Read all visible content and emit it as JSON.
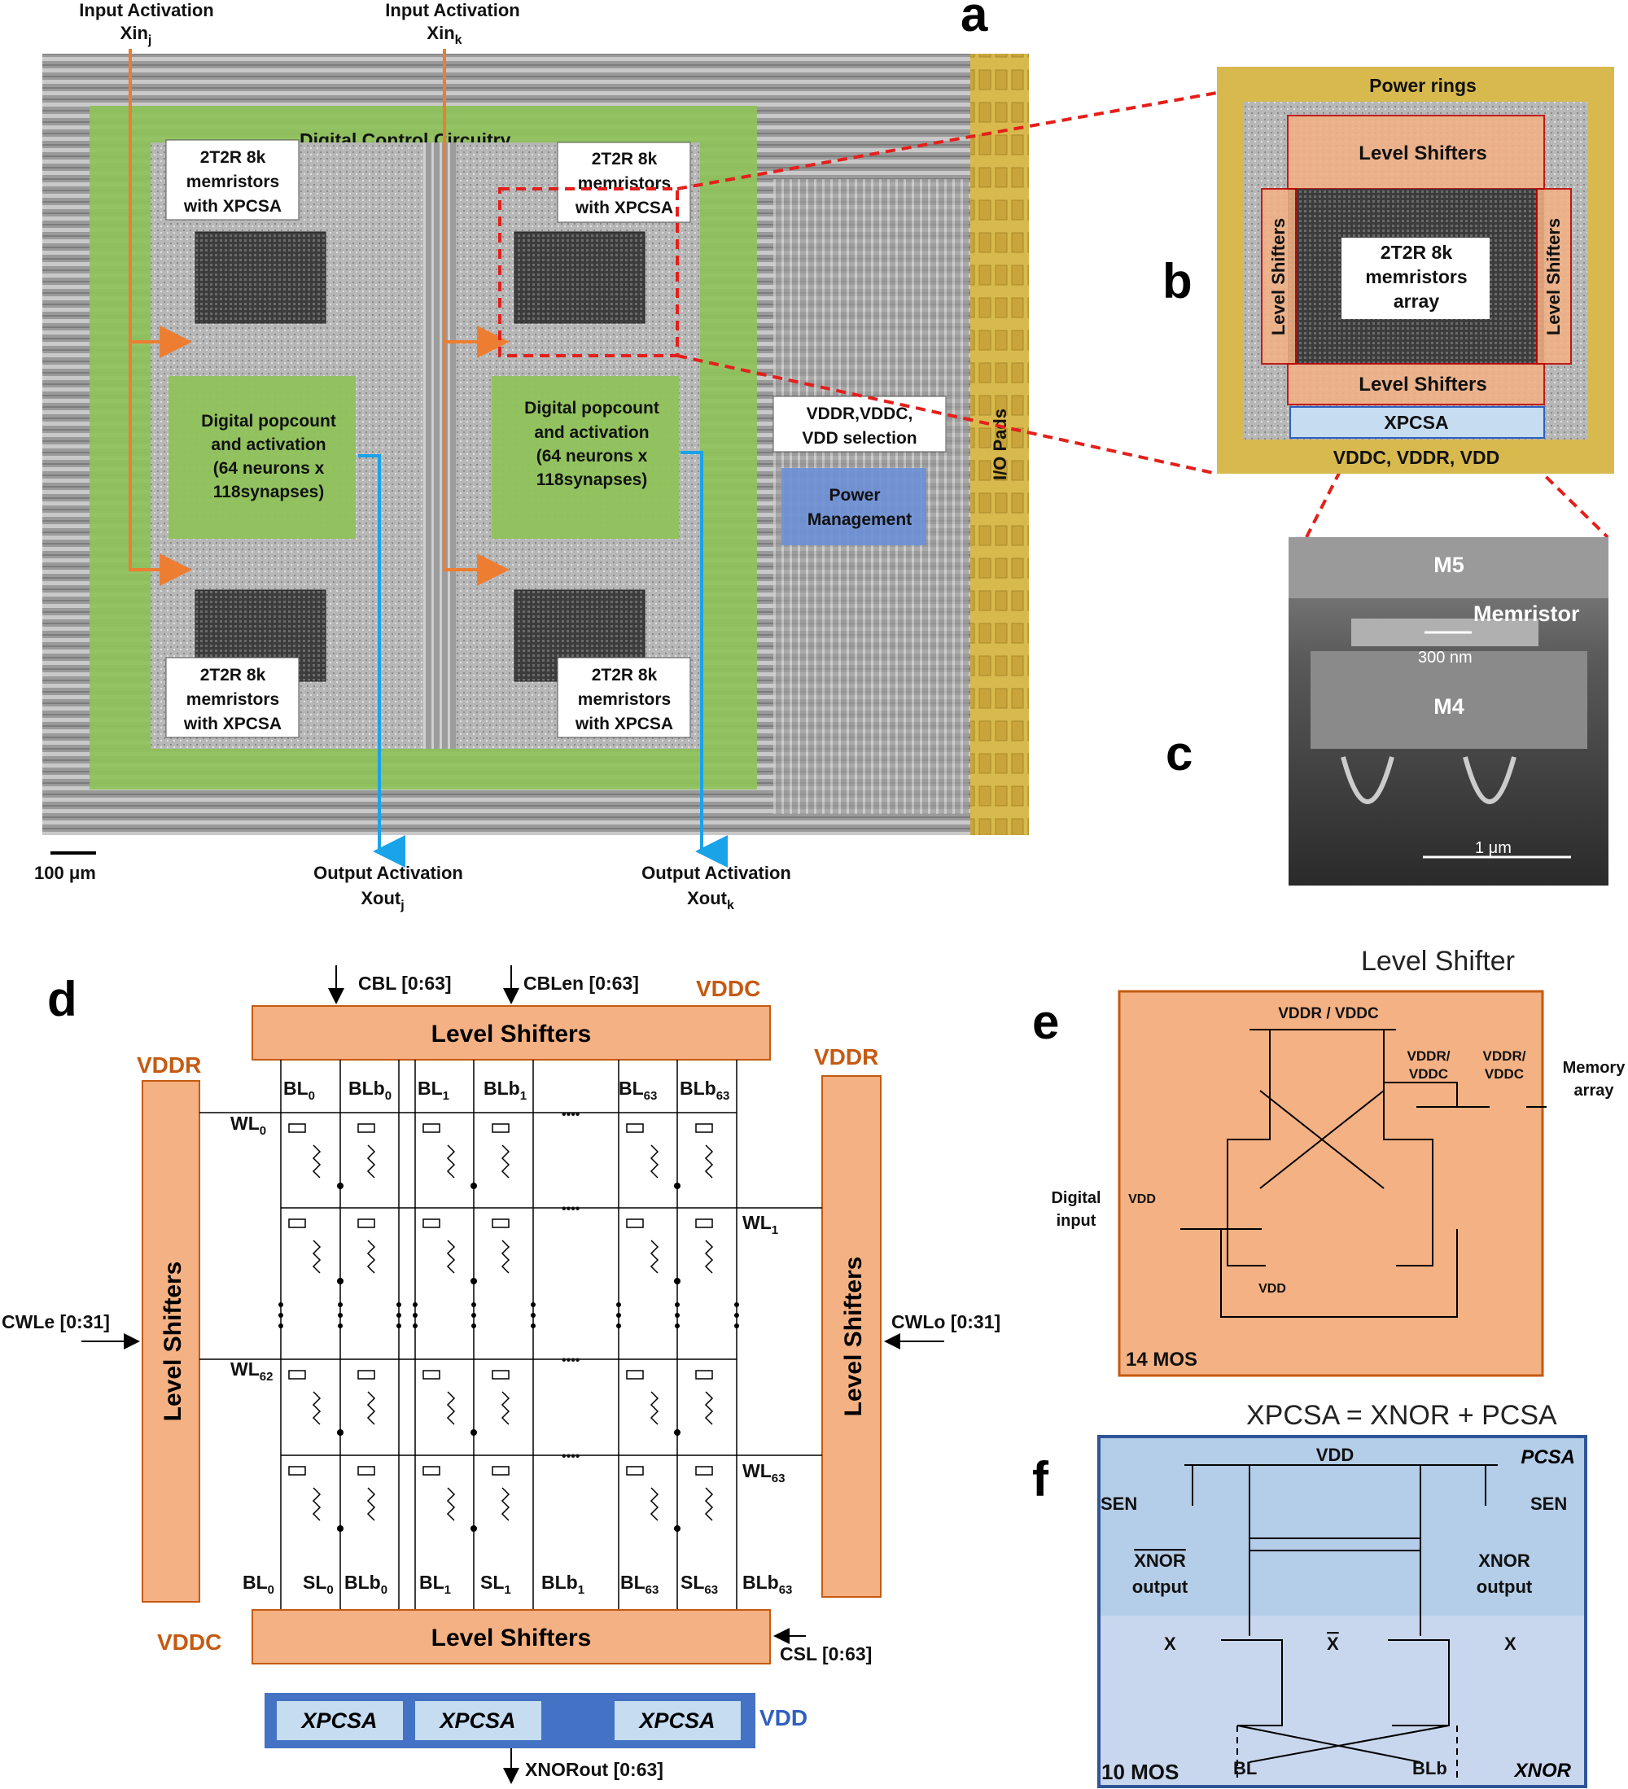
{
  "panels": {
    "a": "a",
    "b": "b",
    "c": "c",
    "d": "d",
    "e": "e",
    "f": "f"
  },
  "panel_a": {
    "input_activation_j": "Input Activation",
    "input_activation_j_var": "Xin",
    "input_activation_j_sub": "j",
    "input_activation_k": "Input Activation",
    "input_activation_k_var": "Xin",
    "input_activation_k_sub": "k",
    "digital_control": "Digital Control Circuitry",
    "array_label_line1": "2T2R 8k",
    "array_label_line2": "memristors",
    "array_label_line3": "with XPCSA",
    "popcount_line1": "Digital popcount",
    "popcount_line2": "and activation",
    "popcount_line3": "(64 neurons x",
    "popcount_line4": "118synapses)",
    "vddr_sel_line1": "VDDR,VDDC,",
    "vddr_sel_line2": "VDD selection",
    "power_mgmt_line1": "Power",
    "power_mgmt_line2": "Management",
    "io_pads": "I/O Pads",
    "scale_bar": "100 μm",
    "output_activation": "Output Activation",
    "output_var": "Xout",
    "output_sub_j": "j",
    "output_sub_k": "k",
    "colors": {
      "green": "#8fc25a",
      "orange": "#ed7d31",
      "cyan": "#1aa3e8",
      "gold": "#d4b24a",
      "red_dash": "#e3201b"
    }
  },
  "panel_b": {
    "power_rings": "Power rings",
    "level_shifters": "Level Shifters",
    "array_line1": "2T2R 8k",
    "array_line2": "memristors",
    "array_line3": "array",
    "xpcsa": "XPCSA",
    "supplies": "VDDC, VDDR, VDD"
  },
  "panel_c": {
    "m5": "M5",
    "memristor": "Memristor",
    "scale_300": "300 nm",
    "m4": "M4",
    "scale_1um": "1 μm"
  },
  "panel_d": {
    "cbl": "CBL [0:63]",
    "cblen": "CBLen [0:63]",
    "vddc": "VDDC",
    "vddr": "VDDR",
    "level_shifters": "Level Shifters",
    "top_cols": [
      {
        "name": "BL",
        "sub": "0"
      },
      {
        "name": "BLb",
        "sub": "0"
      },
      {
        "name": "BL",
        "sub": "1"
      },
      {
        "name": "BLb",
        "sub": "1"
      },
      {
        "name": "BL",
        "sub": "63"
      },
      {
        "name": "BLb",
        "sub": "63"
      }
    ],
    "wl": [
      {
        "name": "WL",
        "sub": "0"
      },
      {
        "name": "WL",
        "sub": "1"
      },
      {
        "name": "WL",
        "sub": "62"
      },
      {
        "name": "WL",
        "sub": "63"
      }
    ],
    "bottom_cols": [
      {
        "name": "BL",
        "sub": "0"
      },
      {
        "name": "SL",
        "sub": "0"
      },
      {
        "name": "BLb",
        "sub": "0"
      },
      {
        "name": "BL",
        "sub": "1"
      },
      {
        "name": "SL",
        "sub": "1"
      },
      {
        "name": "BLb",
        "sub": "1"
      },
      {
        "name": "BL",
        "sub": "63"
      },
      {
        "name": "SL",
        "sub": "63"
      },
      {
        "name": "BLb",
        "sub": "63"
      }
    ],
    "cwle": "CWLe [0:31]",
    "cwlo": "CWLo [0:31]",
    "csl": "CSL [0:63]",
    "xpcsa": "XPCSA",
    "vdd": "VDD",
    "xnorout": "XNORout [0:63]",
    "ellipsis": "••••"
  },
  "panel_e": {
    "title": "Level Shifter",
    "vddr_vddc": "VDDR / VDDC",
    "vddr_slash": "VDDR/",
    "vddc": "VDDC",
    "memory_line1": "Memory",
    "memory_line2": "array",
    "digital_line1": "Digital",
    "digital_line2": "input",
    "vdd": "VDD",
    "mos_count": "14 MOS"
  },
  "panel_f": {
    "title": "XPCSA = XNOR + PCSA",
    "vdd": "VDD",
    "pcsa": "PCSA",
    "sen": "SEN",
    "xnor_bar": "XNOR",
    "output": "output",
    "xnor_label": "XNOR",
    "x": "X",
    "xbar": "X",
    "mos_count": "10 MOS",
    "bl": "BL",
    "blb": "BLb",
    "xnor": "XNOR"
  }
}
